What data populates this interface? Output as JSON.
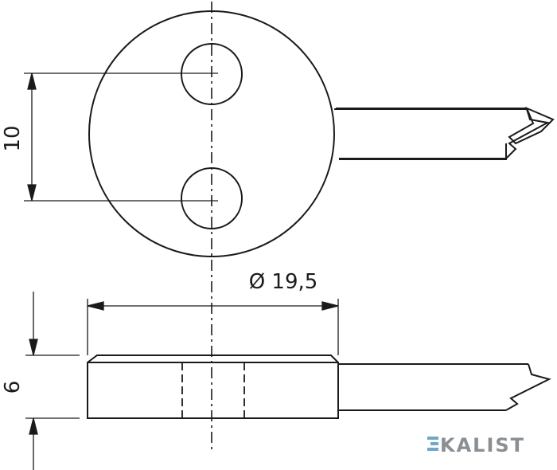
{
  "dimensions": {
    "hole_spacing": "10",
    "diameter": "Ø 19,5",
    "thickness": "6"
  },
  "brand": {
    "name": "KALIST",
    "accent_color": "#6fa8c8",
    "text_color": "#8a8f94"
  },
  "colors": {
    "line": "#1a1a1a"
  }
}
